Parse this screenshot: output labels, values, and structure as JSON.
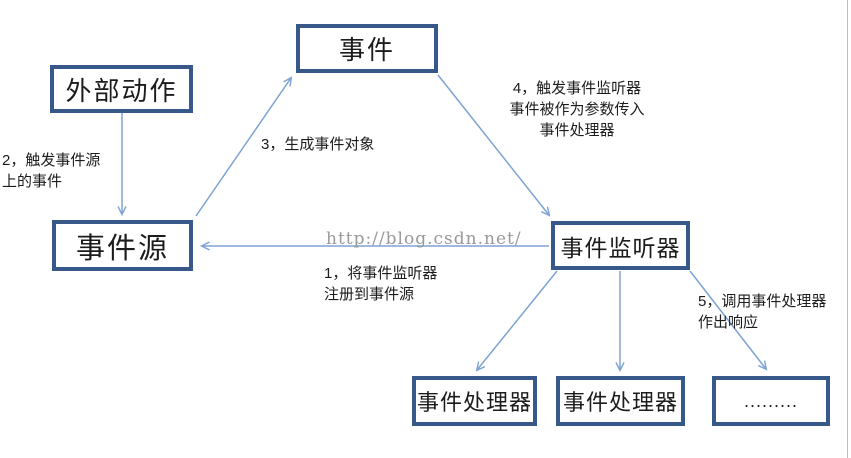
{
  "boxes": {
    "event": "事件",
    "external_action": "外部动作",
    "event_source": "事件源",
    "event_listener": "事件监听器",
    "event_handler_1": "事件处理器",
    "event_handler_2": "事件处理器",
    "more_handlers": "........."
  },
  "steps": {
    "step1": "1，将事件监听器\n注册到事件源",
    "step2": "2，触发事件源\n上的事件",
    "step3": "3，生成事件对象",
    "step4": "4，触发事件监听器\n事件被作为参数传入\n事件处理器",
    "step5": "5，调用事件处理器\n作出响应"
  },
  "watermark": "http://blog.csdn.net/",
  "colors": {
    "box_border": "#36598a",
    "arrow": "#7da2d4",
    "watermark": "#999999",
    "text": "#1c1c1c"
  }
}
